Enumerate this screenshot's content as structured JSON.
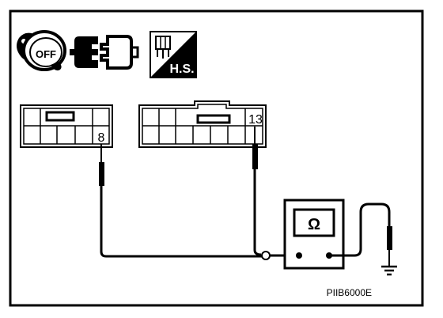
{
  "icons": {
    "ignition": {
      "name": "ignition-off-icon",
      "label": "OFF"
    },
    "connector": {
      "name": "disconnect-connector-icon"
    },
    "harness": {
      "name": "harness-side-icon",
      "label": "H.S."
    }
  },
  "connectors": [
    {
      "name": "connector-left",
      "pin": "8"
    },
    {
      "name": "connector-right",
      "pin": "13"
    }
  ],
  "meter": {
    "name": "ohmmeter",
    "symbol": "Ω"
  },
  "figure_code": "PIIB6000E",
  "colors": {
    "ink": "#000000",
    "paper": "#ffffff"
  }
}
